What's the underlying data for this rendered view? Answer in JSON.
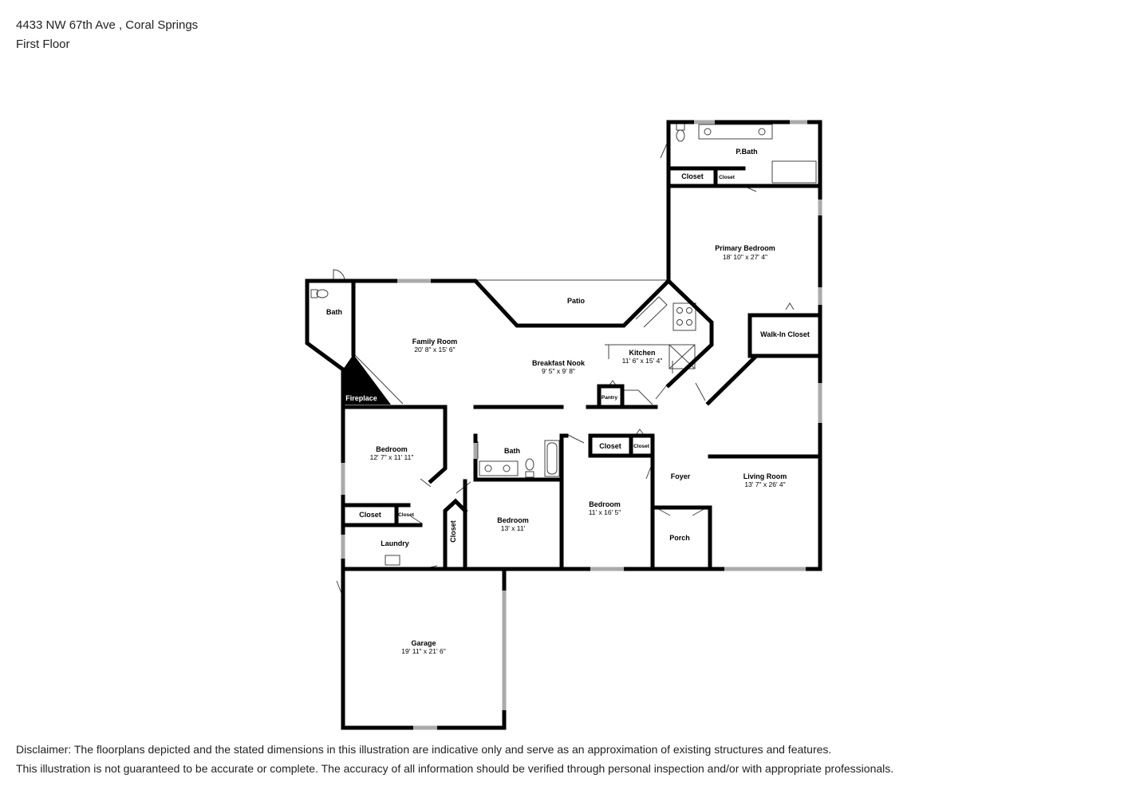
{
  "header": {
    "address": "4433 NW 67th Ave , Coral Springs",
    "floor": "First Floor"
  },
  "rooms": {
    "pbath": {
      "name": "P.Bath"
    },
    "closet_top": {
      "name": "Closet"
    },
    "closet_top_small": {
      "name": "Closet"
    },
    "primary_bedroom": {
      "name": "Primary Bedroom",
      "dims": "18' 10\" x 27' 4\""
    },
    "walkin_closet": {
      "name": "Walk-In Closet"
    },
    "patio": {
      "name": "Patio"
    },
    "bath_left": {
      "name": "Bath"
    },
    "family_room": {
      "name": "Family Room",
      "dims": "20' 8\" x 15' 6\""
    },
    "breakfast_nook": {
      "name": "Breakfast Nook",
      "dims": "9' 5\" x 9' 8\""
    },
    "kitchen": {
      "name": "Kitchen",
      "dims": "11' 6\" x 15' 4\""
    },
    "pantry": {
      "name": "Pantry"
    },
    "fireplace": {
      "name": "Fireplace"
    },
    "bedroom_left": {
      "name": "Bedroom",
      "dims": "12' 7\" x 11' 11\""
    },
    "closet_left": {
      "name": "Closet"
    },
    "closet_left_small": {
      "name": "Closet"
    },
    "bath_center": {
      "name": "Bath"
    },
    "closet_mid": {
      "name": "Closet"
    },
    "closet_mid_small": {
      "name": "Closet"
    },
    "bedroom_mid": {
      "name": "Bedroom",
      "dims": "11' x 16' 5\""
    },
    "closet_vertical": {
      "name": "Closet"
    },
    "bedroom_center": {
      "name": "Bedroom",
      "dims": "13' x 11'"
    },
    "foyer": {
      "name": "Foyer"
    },
    "living_room": {
      "name": "Living Room",
      "dims": "13' 7\" x 26' 4\""
    },
    "porch": {
      "name": "Porch"
    },
    "laundry": {
      "name": "Laundry"
    },
    "garage": {
      "name": "Garage",
      "dims": "19' 11\" x 21' 6\""
    }
  },
  "disclaimer": {
    "line1": "Disclaimer: The floorplans depicted and the stated dimensions in this illustration are indicative only and serve as an approximation of existing structures and features.",
    "line2": "This illustration is not guaranteed to be accurate or complete. The accuracy of all information should be verified through personal inspection and/or with appropriate professionals."
  }
}
